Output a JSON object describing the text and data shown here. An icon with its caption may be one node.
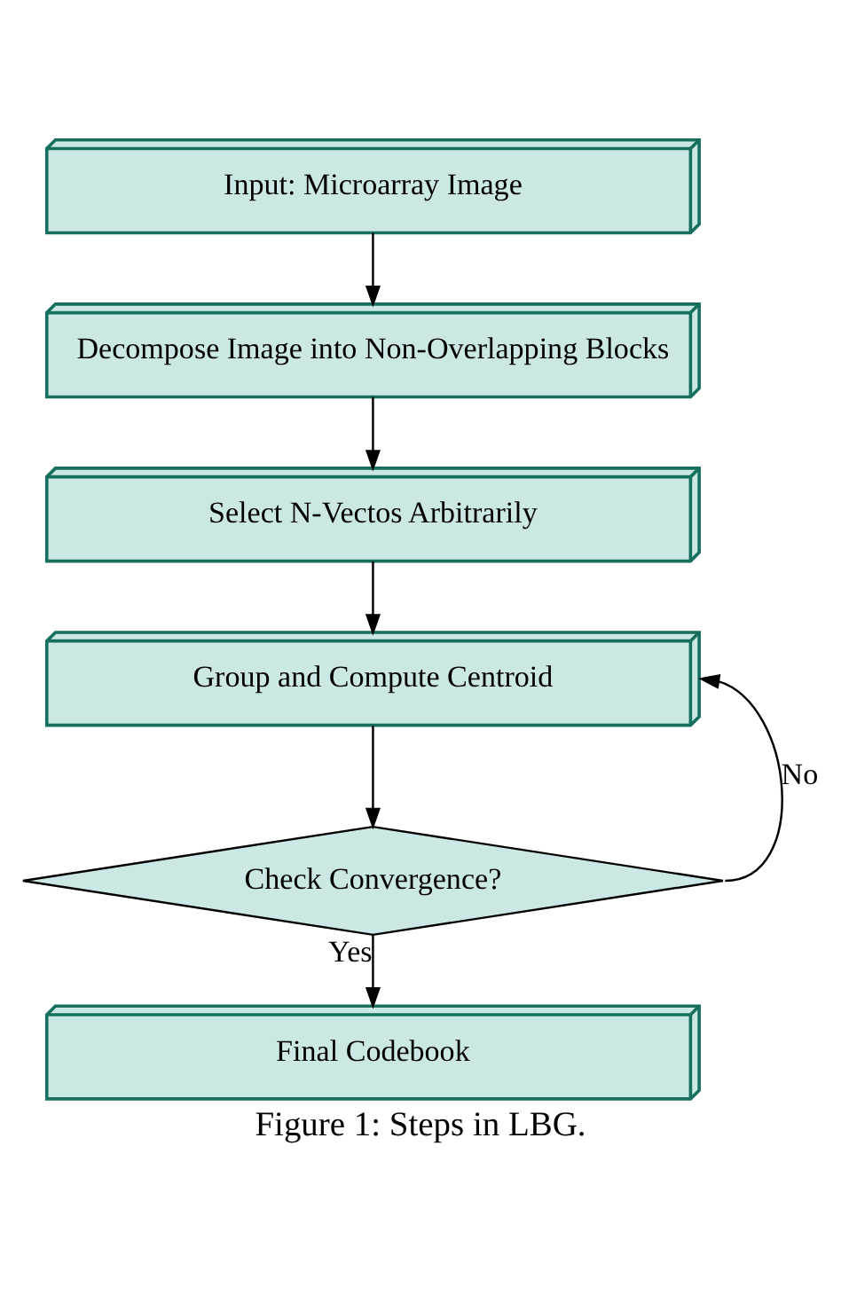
{
  "diagram": {
    "caption": "Figure 1: Steps in LBG.",
    "nodes": [
      {
        "text": [
          "Input: Microarray Image"
        ]
      },
      {
        "text": [
          "Decompose Image into Non-Overlapping Blocks"
        ]
      },
      {
        "text": [
          "Select N-Vectos Arbitrarily"
        ]
      },
      {
        "text": [
          "Group and Compute Centroid"
        ]
      },
      {
        "text": [
          "Check Convergence?"
        ]
      },
      {
        "text": [
          "Final Codebook"
        ]
      }
    ],
    "edges": [
      {
        "from": 0,
        "to": 1,
        "arrow": "to"
      },
      {
        "from": 1,
        "to": 2,
        "arrow": "to"
      },
      {
        "from": 2,
        "to": 3,
        "arrow": "to"
      },
      {
        "from": 3,
        "to": 4,
        "arrow": "to"
      },
      {
        "from": 4,
        "to": 3,
        "arrow": "to",
        "label": "No"
      },
      {
        "from": 4,
        "to": 5,
        "arrow": "to",
        "label": "Yes"
      }
    ]
  }
}
